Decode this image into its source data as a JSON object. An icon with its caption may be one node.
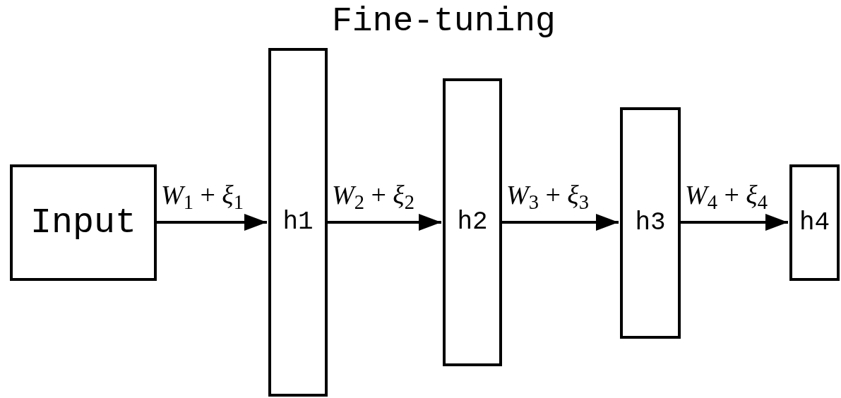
{
  "diagram": {
    "title": "Fine-tuning",
    "nodes": [
      {
        "text": [
          "Input"
        ]
      },
      {
        "text": [
          "h1"
        ]
      },
      {
        "text": [
          "h2"
        ]
      },
      {
        "text": [
          "h3"
        ]
      },
      {
        "text": [
          "h4"
        ]
      }
    ],
    "edges": [
      {
        "from": 0,
        "to": 1,
        "arrow": "to",
        "label": "*W*$_{1}$ + *ξ*$_{1}$"
      },
      {
        "from": 1,
        "to": 2,
        "arrow": "to",
        "label": "*W*$_{2}$ + *ξ*$_{2}$"
      },
      {
        "from": 2,
        "to": 3,
        "arrow": "to",
        "label": "*W*$_{3}$ + *ξ*$_{3}$"
      },
      {
        "from": 3,
        "to": 4,
        "arrow": "to",
        "label": "*W*$_{4}$ + *ξ*$_{4}$"
      }
    ]
  }
}
